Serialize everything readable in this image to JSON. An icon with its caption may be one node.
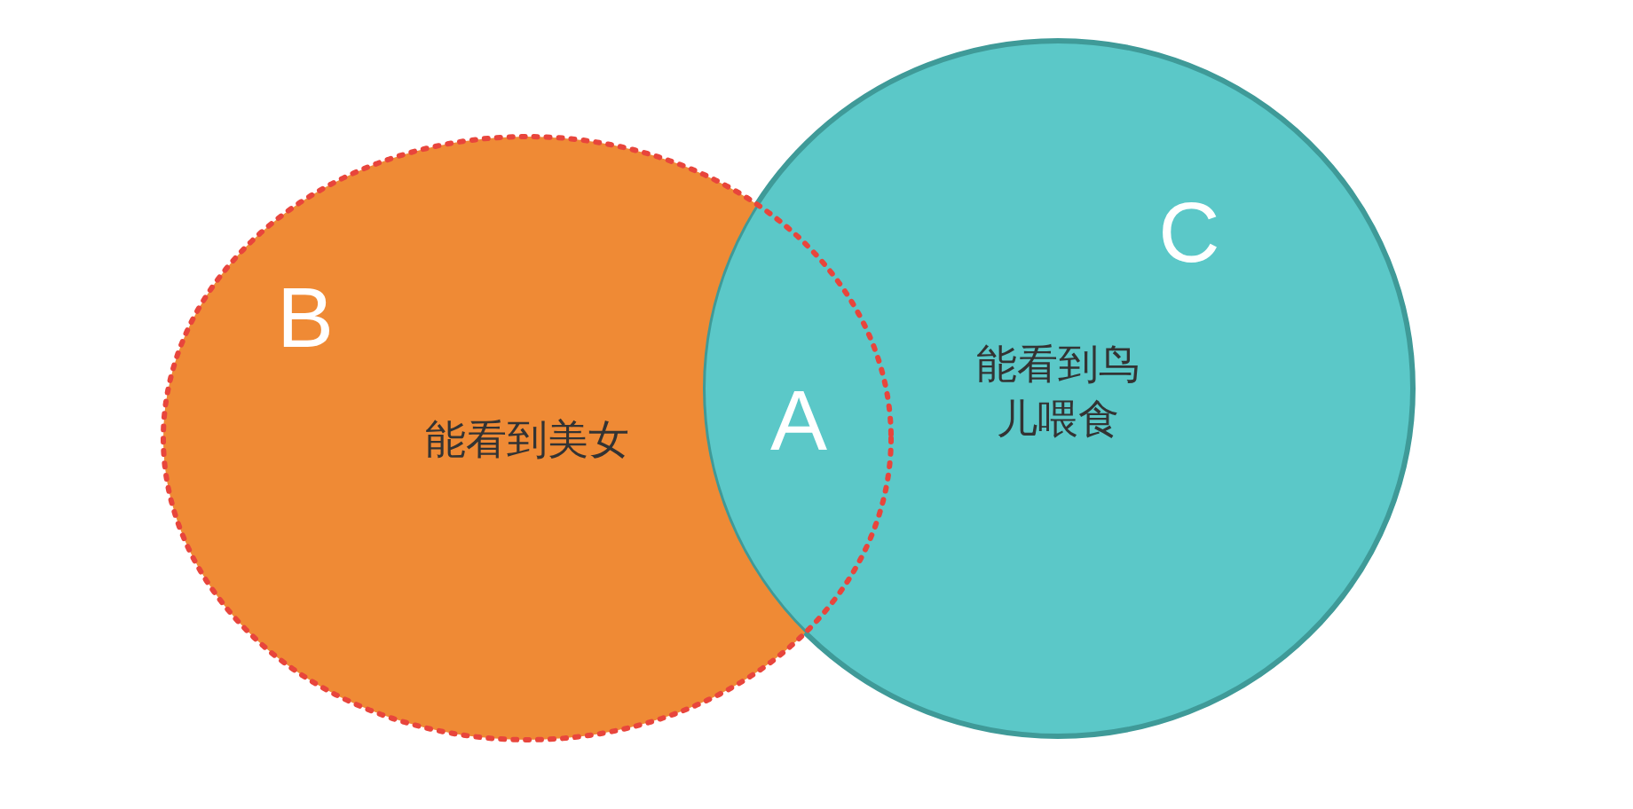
{
  "diagram": {
    "nodes": [
      {
        "text": [
          "B",
          "能看到美女"
        ]
      },
      {
        "text": [
          "C",
          "能看到鸟儿喂食"
        ]
      }
    ],
    "labels": [
      "A"
    ]
  }
}
